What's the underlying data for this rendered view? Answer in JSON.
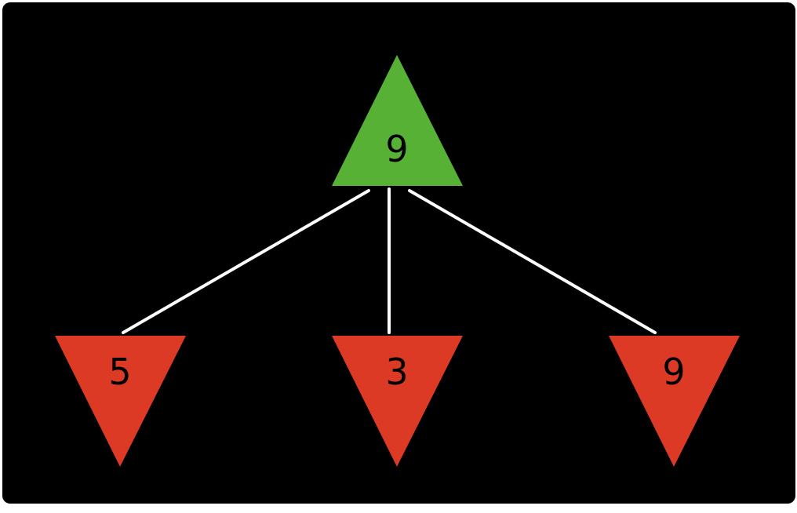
{
  "colors": {
    "max_node": "#57b135",
    "min_node": "#dc3a24",
    "edge": "#ffffff",
    "background": "#000000"
  },
  "tree": {
    "root": {
      "type": "max",
      "value": "9"
    },
    "children": [
      {
        "type": "min",
        "value": "5"
      },
      {
        "type": "min",
        "value": "3"
      },
      {
        "type": "min",
        "value": "9"
      }
    ]
  }
}
